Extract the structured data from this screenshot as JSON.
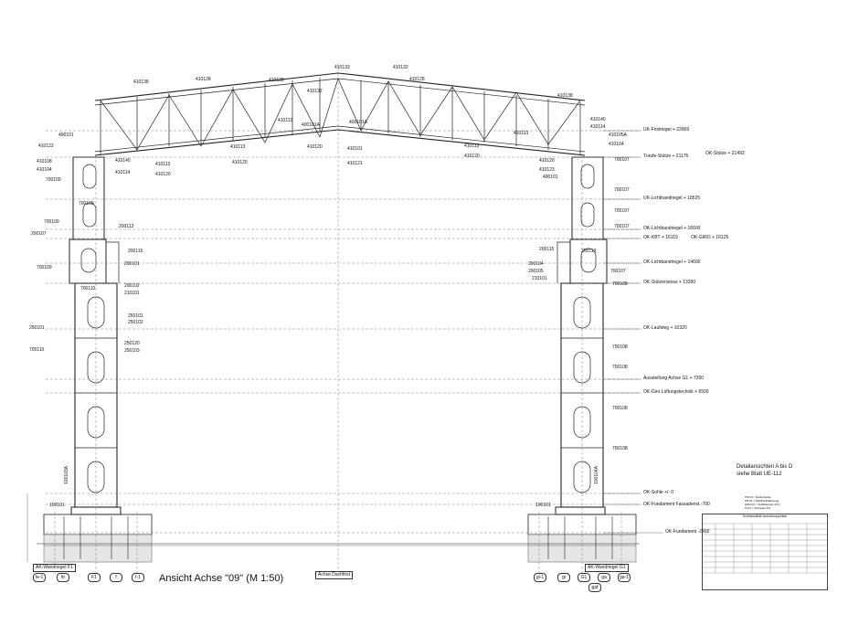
{
  "title": "Ansicht Achse \"09\" (M 1:50)",
  "note": {
    "line1": "Detailansichten A bis D",
    "line2": "siehe Blatt UE-112"
  },
  "levels": [
    {
      "label": "UK-Firstriegel + 22869"
    },
    {
      "label": "OK-Stütze + 21492"
    },
    {
      "label": "Traufe-Stütze + 21176"
    },
    {
      "label": "UK-Lichtbandriegel + 18525"
    },
    {
      "label": "OK-Lichtbandriegel + 16600"
    },
    {
      "label": "OK-KBT + 16115"
    },
    {
      "label": "OK-GIRO + 16125"
    },
    {
      "label": "OK-Lichtbandriegel + 14600"
    },
    {
      "label": "OK-Stützenstoss + 13390"
    },
    {
      "label": "OK-Laufsteg + 10320"
    },
    {
      "label": "Aussteifung Achse G1 + 7350"
    },
    {
      "label": "OK-Giro Lüftungstechnik + 6500"
    },
    {
      "label": "OK-Sohle +/- 0"
    },
    {
      "label": "OK-Fundament Fassadenst.-700"
    },
    {
      "label": "OK-Fundament -2400"
    }
  ],
  "axes": {
    "left_caption": "AK-Wandriegel F1",
    "left": [
      "fe-1",
      "fe",
      "F1",
      "f",
      "f-1"
    ],
    "center": "Achse Dachfirst",
    "right_caption": "AK-Wandriegel G1",
    "right": [
      "gi-1",
      "gi",
      "G1",
      "ga",
      "ga-1"
    ],
    "right_below": "gaf"
  },
  "truss_labels": [
    "410138",
    "410128",
    "410128",
    "410133",
    "410132",
    "410128",
    "410138",
    "410132",
    "410113",
    "400101A",
    "400101A",
    "410113",
    "410140",
    "410114",
    "410105A",
    "410104",
    "410113",
    "410120",
    "410120",
    "410101",
    "410121",
    "410113",
    "410120",
    "410120",
    "410140",
    "410114",
    "410113",
    "410120",
    "490101",
    "410122",
    "410108",
    "410104",
    "490101",
    "410123"
  ],
  "left_labels": [
    "490101",
    "410122",
    "410108",
    "410104",
    "700109",
    "700109",
    "700109",
    "200107",
    "700109",
    "700110",
    "250101",
    "700110",
    "200113",
    "200115",
    "200101",
    "200102",
    "210101",
    "250101",
    "250102",
    "250120",
    "250103",
    "100101",
    "100103A"
  ],
  "right_labels": [
    "700107",
    "700107",
    "700107",
    "700107",
    "200115",
    "200113",
    "200104",
    "200105",
    "210101",
    "700107",
    "700108",
    "700108",
    "700108",
    "700108",
    "700108",
    "100101",
    "100104A"
  ],
  "legend": [
    "PM 04 = Reifenhocke",
    "PB 04 = Stahlbauhalbzeuge",
    "HSM 04 = Stahlbauteile 10.9",
    "M 04 = Schraube 8.8"
  ],
  "table_title": "Schlüsselliste Anschlusspunkte",
  "colors": {
    "line": "#222222",
    "dim": "#666666",
    "ground": "#dddddd"
  }
}
